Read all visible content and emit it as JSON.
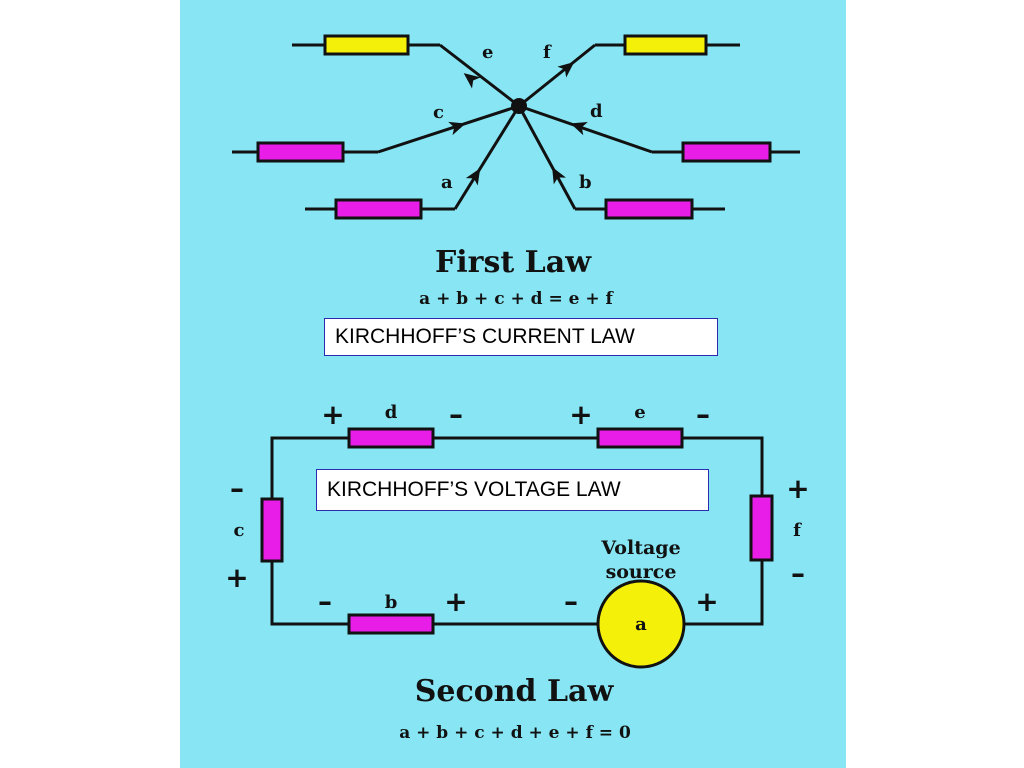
{
  "first_law": {
    "title": "First Law",
    "equation": "a + b + c + d = e + f",
    "label": "KIRCHHOFF’S CURRENT LAW",
    "branch_labels": {
      "a": "a",
      "b": "b",
      "c": "c",
      "d": "d",
      "e": "e",
      "f": "f"
    }
  },
  "second_law": {
    "title": "Second Law",
    "equation": "a + b + c + d + e + f = 0",
    "label": "KIRCHHOFF’S VOLTAGE LAW",
    "element_labels": {
      "a": "a",
      "b": "b",
      "c": "c",
      "d": "d",
      "e": "e",
      "f": "f"
    },
    "source_label_line1": "Voltage",
    "source_label_line2": "source",
    "plus": "+",
    "minus": "–"
  },
  "colors": {
    "background": "#88e6f4",
    "resistor_magenta": "#e81ee8",
    "resistor_yellow": "#f5f00a",
    "wire": "#111111"
  }
}
